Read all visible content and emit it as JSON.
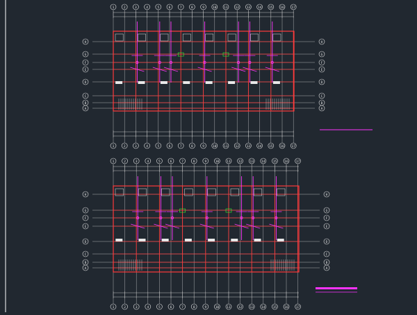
{
  "drawing": {
    "colors": {
      "background": "#212830",
      "grid": "#e8e8e8",
      "wall": "#ff3a3a",
      "pipe": "#ff33ff",
      "accent": "#33ff33",
      "dim": "#bfbfbf",
      "frame": "#ffffff"
    },
    "plans": [
      {
        "id": "upper",
        "caption": "",
        "grid_labels_top": [
          "1",
          "2",
          "3",
          "4",
          "5",
          "6",
          "7",
          "8",
          "9",
          "10",
          "11",
          "12",
          "13",
          "14",
          "15",
          "16",
          "17"
        ],
        "grid_labels_left": [
          "H",
          "G",
          "F",
          "E",
          "D",
          "C",
          "B",
          "A"
        ],
        "grid_labels_right": [
          "H",
          "G",
          "F",
          "E",
          "D",
          "C",
          "B",
          "A"
        ]
      },
      {
        "id": "lower",
        "caption": "",
        "grid_labels_top": [
          "1",
          "2",
          "3",
          "4",
          "5",
          "6",
          "7",
          "8",
          "9",
          "10",
          "11",
          "12",
          "13",
          "14",
          "15",
          "16",
          "17"
        ],
        "grid_labels_left": [
          "H",
          "G",
          "F",
          "E",
          "D",
          "C",
          "B",
          "A"
        ],
        "grid_labels_right": [
          "H",
          "G",
          "F",
          "E",
          "D",
          "C",
          "B",
          "A"
        ]
      }
    ]
  }
}
